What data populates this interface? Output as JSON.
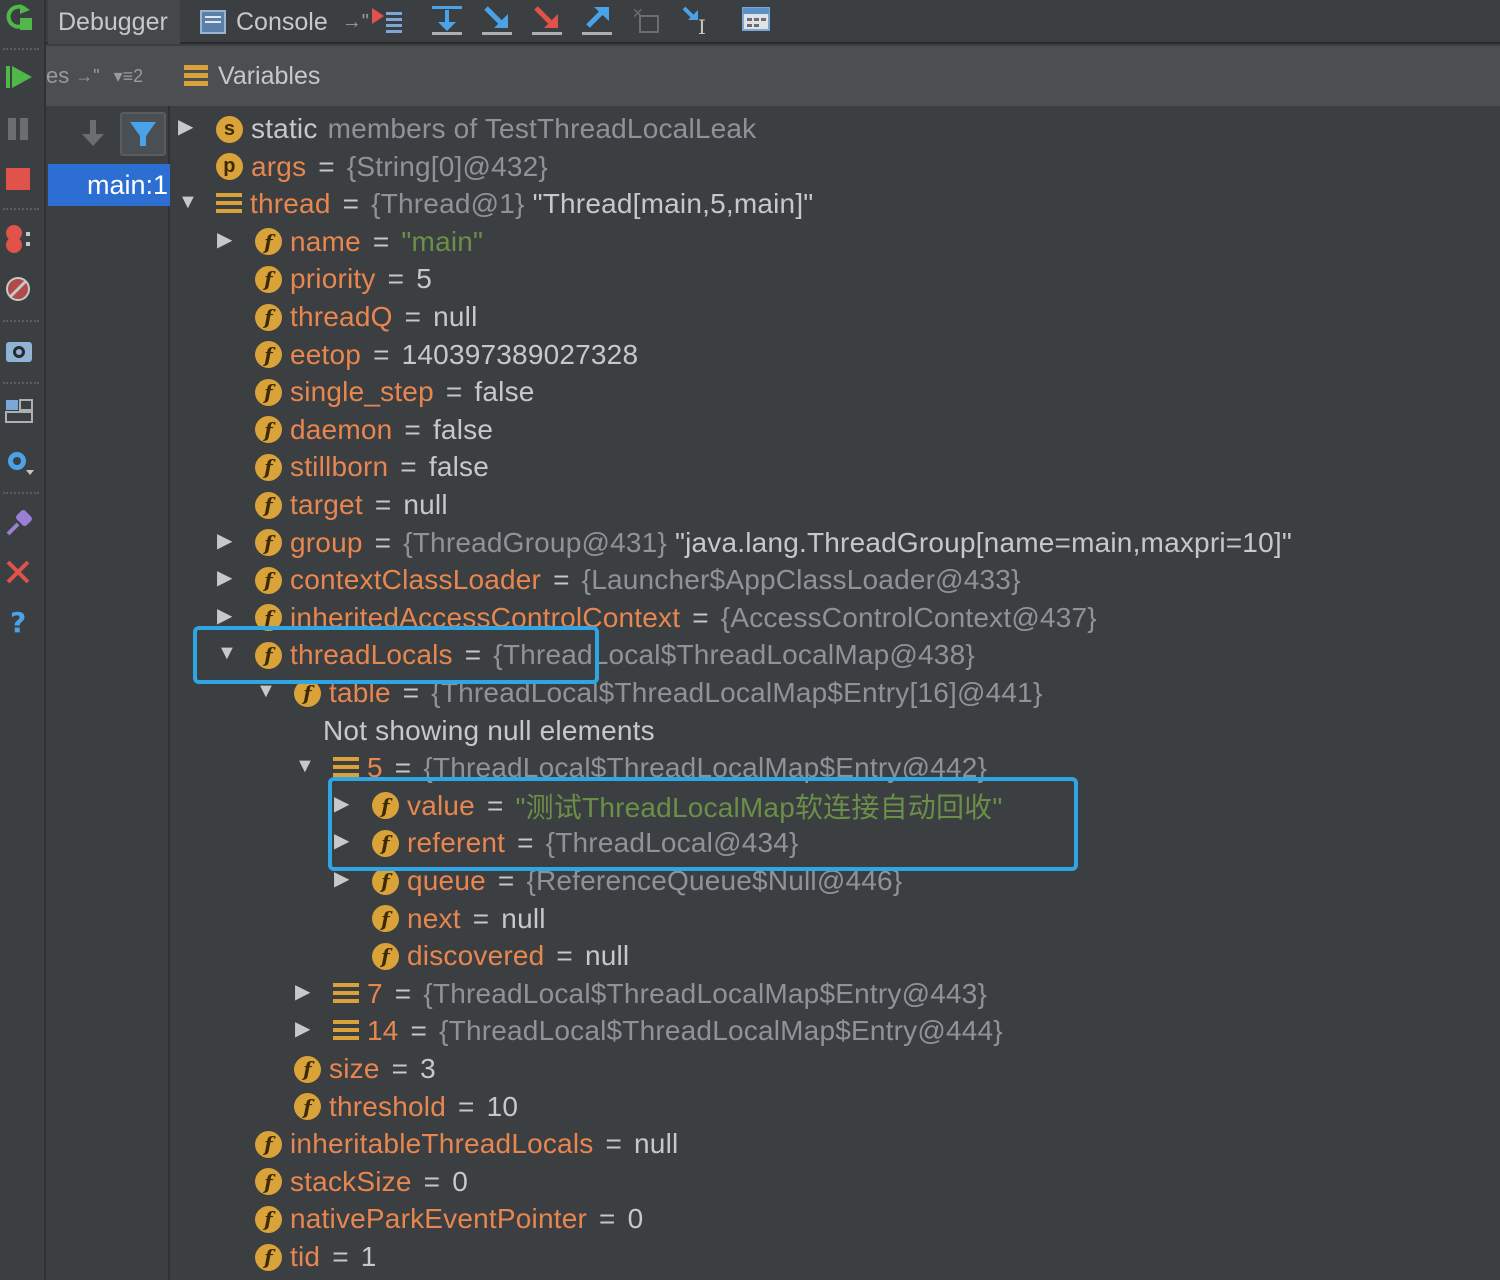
{
  "toolbar": {
    "debugger_tab": "Debugger",
    "console_tab": "Console",
    "console_pin": "→\""
  },
  "frames": {
    "header_label": "es",
    "header_pin": "→\"",
    "threads_control": "▾≡2",
    "selected_frame": "main:1"
  },
  "variables": {
    "header": "Variables",
    "rows": [
      {
        "icon": "s",
        "name": "static",
        "eq": "",
        "type": "members of TestThreadLocalLeak",
        "val": "",
        "name_class": "vplain"
      },
      {
        "icon": "p",
        "name": "args",
        "eq": "=",
        "type": "{String[0]@432}",
        "val": ""
      },
      {
        "icon": "list",
        "name": "thread",
        "eq": "=",
        "type": "{Thread@1}",
        "val": "\"Thread[main,5,main]\""
      },
      {
        "icon": "f",
        "name": "name",
        "eq": "=",
        "type": "",
        "val": "\"main\"",
        "str": true
      },
      {
        "icon": "f",
        "name": "priority",
        "eq": "=",
        "type": "",
        "val": "5"
      },
      {
        "icon": "f",
        "name": "threadQ",
        "eq": "=",
        "type": "",
        "val": "null"
      },
      {
        "icon": "f",
        "name": "eetop",
        "eq": "=",
        "type": "",
        "val": "140397389027328"
      },
      {
        "icon": "f",
        "name": "single_step",
        "eq": "=",
        "type": "",
        "val": "false"
      },
      {
        "icon": "f",
        "name": "daemon",
        "eq": "=",
        "type": "",
        "val": "false"
      },
      {
        "icon": "f",
        "name": "stillborn",
        "eq": "=",
        "type": "",
        "val": "false"
      },
      {
        "icon": "f",
        "name": "target",
        "eq": "=",
        "type": "",
        "val": "null"
      },
      {
        "icon": "f",
        "name": "group",
        "eq": "=",
        "type": "{ThreadGroup@431}",
        "val": "\"java.lang.ThreadGroup[name=main,maxpri=10]\""
      },
      {
        "icon": "f",
        "name": "contextClassLoader",
        "eq": "=",
        "type": "{Launcher$AppClassLoader@433}",
        "val": ""
      },
      {
        "icon": "f",
        "name": "inheritedAccessControlContext",
        "eq": "=",
        "type": "{AccessControlContext@437}",
        "val": ""
      },
      {
        "icon": "f",
        "name": "threadLocals",
        "eq": "=",
        "type": "{ThreadLocal$ThreadLocalMap@438}",
        "val": ""
      },
      {
        "icon": "f",
        "name": "table",
        "eq": "=",
        "type": "{ThreadLocal$ThreadLocalMap$Entry[16]@441}",
        "val": ""
      },
      {
        "icon": "none",
        "name": "Not showing null elements",
        "eq": "",
        "type": "",
        "val": "",
        "name_class": "vplain"
      },
      {
        "icon": "list",
        "name": "5",
        "eq": "=",
        "type": "{ThreadLocal$ThreadLocalMap$Entry@442}",
        "val": ""
      },
      {
        "icon": "f",
        "name": "value",
        "eq": "=",
        "type": "",
        "val": "\"测试ThreadLocalMap软连接自动回收\"",
        "str": true
      },
      {
        "icon": "f",
        "name": "referent",
        "eq": "=",
        "type": "{ThreadLocal@434}",
        "val": ""
      },
      {
        "icon": "f",
        "name": "queue",
        "eq": "=",
        "type": "{ReferenceQueue$Null@446}",
        "val": ""
      },
      {
        "icon": "f",
        "name": "next",
        "eq": "=",
        "type": "",
        "val": "null"
      },
      {
        "icon": "f",
        "name": "discovered",
        "eq": "=",
        "type": "",
        "val": "null"
      },
      {
        "icon": "list",
        "name": "7",
        "eq": "=",
        "type": "{ThreadLocal$ThreadLocalMap$Entry@443}",
        "val": ""
      },
      {
        "icon": "list",
        "name": "14",
        "eq": "=",
        "type": "{ThreadLocal$ThreadLocalMap$Entry@444}",
        "val": ""
      },
      {
        "icon": "f",
        "name": "size",
        "eq": "=",
        "type": "",
        "val": "3"
      },
      {
        "icon": "f",
        "name": "threshold",
        "eq": "=",
        "type": "",
        "val": "10"
      },
      {
        "icon": "f",
        "name": "inheritableThreadLocals",
        "eq": "=",
        "type": "",
        "val": "null"
      },
      {
        "icon": "f",
        "name": "stackSize",
        "eq": "=",
        "type": "",
        "val": "0"
      },
      {
        "icon": "f",
        "name": "nativeParkEventPointer",
        "eq": "=",
        "type": "",
        "val": "0"
      },
      {
        "icon": "f",
        "name": "tid",
        "eq": "=",
        "type": "",
        "val": "1"
      }
    ]
  },
  "colors": {
    "background": "#3c3f41",
    "field_name": "#e8864f",
    "type_text": "#8f9398",
    "string_value": "#6a8f48",
    "selection": "#2d6ed3",
    "highlight_box": "#2fa6e3",
    "field_icon": "#d9a33a"
  }
}
